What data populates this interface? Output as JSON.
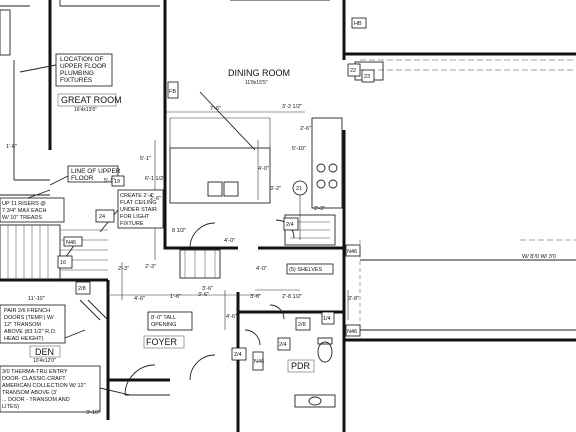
{
  "notes": {
    "upper_fixtures": [
      "LOCATION OF",
      "UPPER FLOOR",
      "PLUMBING",
      "FIXTURES"
    ],
    "upper_floor_line": [
      "LINE OF UPPER",
      "FLOOR"
    ],
    "flat_ceiling": [
      "CREATE 2'-4\"",
      "FLAT CEILING",
      "UNDER STAIR",
      "FOR LIGHT",
      "FIXTURE"
    ],
    "stair_risers": [
      "UP 11 RISERS @",
      "7 3/4\" MAX EACH",
      "W/ 10\" TREADS"
    ],
    "french_doors": [
      "PAIR 2/6 FRENCH",
      "DOORS (TEMP.) W/",
      "12\" TRANSOM",
      "ABOVE (83 1/2\" R.O.",
      "HEAD HEIGHT)"
    ],
    "entry_door": [
      "3/0 THERMA-TRU ENTRY",
      "DOOR- CLASSIC-CRAFT",
      "AMERICAN COLLECTION W/ 12\"",
      "TRANSOM ABOVE (3'",
      "... DOOR - TRANSOM AND",
      "LITES)"
    ],
    "tall_opening": [
      "8'-0\" TALL",
      "OPENING"
    ],
    "shelves": "(5) SHELVES",
    "window_far_right": "W/ 8'/0 W/ 3'0"
  },
  "rooms": {
    "dining": {
      "name": "DINING ROOM",
      "size": "11'8x15'5\""
    },
    "great": {
      "name": "GREAT ROOM",
      "size": "16'4x13'6\""
    },
    "den": {
      "name": "DEN",
      "size": "10'4x12'0\""
    },
    "foyer": {
      "name": "FOYER"
    },
    "pdr": {
      "name": "PDR"
    }
  },
  "tags": {
    "fb": "FB",
    "r22": "22",
    "r21": "21",
    "r24": "24",
    "r23": "23",
    "r19": "19",
    "n46a": "N46",
    "n46b": "N46",
    "n46c": "N46",
    "n46d": "N46",
    "d24a": "2/4",
    "d24b": "2/4",
    "d24c": "2/4",
    "d28a": "2/8",
    "d28b": "2/8",
    "d14": "1/4",
    "hb": "HB",
    "w16": "16"
  },
  "dims": {
    "d1": "7'-6\"",
    "d2": "3'-2 1/2\"",
    "d3": "4'-0\"",
    "d4": "2'-3\"",
    "d5": "2'-3\"",
    "d6": "11'-10\"",
    "d7": "4'-6\"",
    "d8": "1'-6\"",
    "d9": "3'-6\"",
    "d10": "2'-8 1/2\"",
    "d11": "3'-8\"",
    "d12": "5'-1\"",
    "d13": "4'-0\"",
    "d14": "3'-6\"",
    "d15": "2'-3\"",
    "d16": "6'-1 1/2\"",
    "d17": "8 1/2\"",
    "d18": "3'-6\"",
    "d19": "3'-2\"",
    "d20": "4'-6\"",
    "d21": "2'-6\"",
    "d22": "1'-6\"",
    "d23": "2'-6\"",
    "d24": "3'-10\"",
    "d25": "4'-0\"",
    "d26": "5'-1\"",
    "d27": "5'-10\""
  }
}
